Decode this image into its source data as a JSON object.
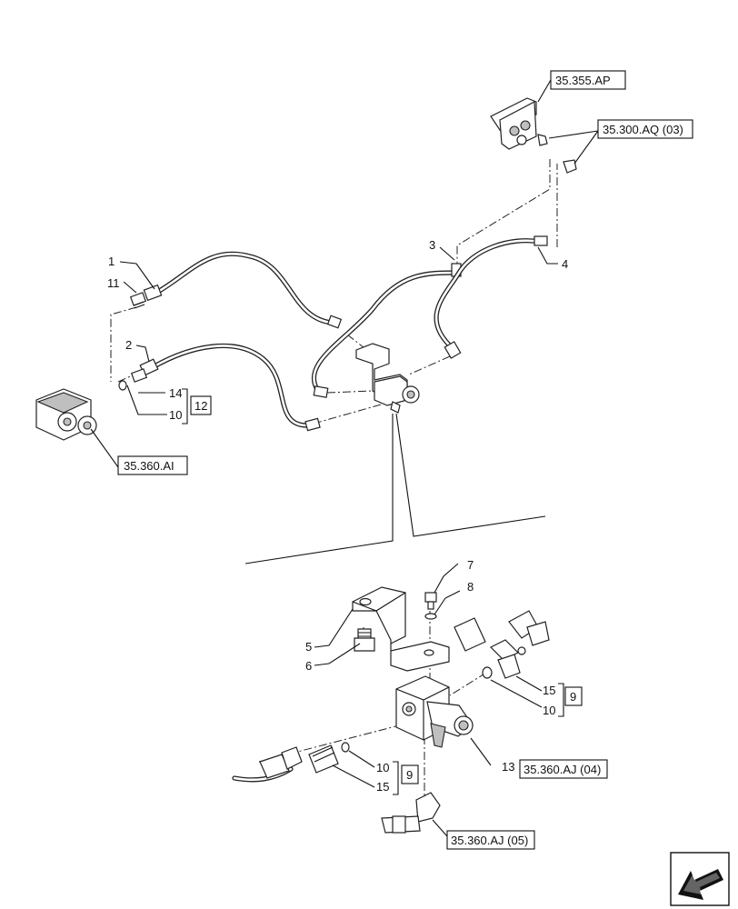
{
  "colors": {
    "ink": "#111111",
    "hose": "#222222",
    "fill_dark": "#bfbfbf",
    "background": "#ffffff"
  },
  "icons": {
    "navigation_arrow": "arrow-down-left-icon"
  },
  "labels": {
    "n1": "1",
    "n2": "2",
    "n3": "3",
    "n4": "4",
    "n5": "5",
    "n6": "6",
    "n7": "7",
    "n8": "8",
    "n9a": "9",
    "n9b": "9",
    "n10a": "10",
    "n10b": "10",
    "n10c": "10",
    "n11": "11",
    "n12": "12",
    "n13": "13",
    "n14": "14",
    "n15a": "15",
    "n15b": "15"
  },
  "references": {
    "r1": "35.355.AP",
    "r2": "35.300.AQ (03)",
    "r3": "35.360.AI",
    "r4": "35.360.AJ (04)",
    "r5": "35.360.AJ (05)"
  }
}
